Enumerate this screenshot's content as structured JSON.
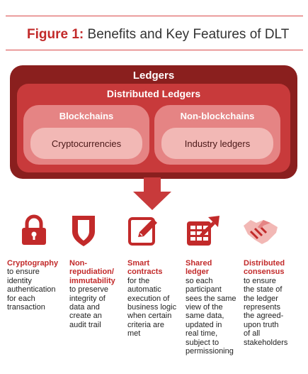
{
  "title": {
    "lead": "Figure 1:",
    "rest": "Benefits and Key Features of DLT"
  },
  "diagram": {
    "outer": "Ledgers",
    "middle": "Distributed Ledgers",
    "left": {
      "label": "Blockchains",
      "inner": "Cryptocurrencies"
    },
    "right": {
      "label": "Non-blockchains",
      "inner": "Industry ledgers"
    }
  },
  "features": [
    {
      "icon": "lock-icon",
      "heading": [
        "Cryptography"
      ],
      "body": [
        "to ensure",
        "identity",
        "authentication",
        "for each",
        "transaction"
      ]
    },
    {
      "icon": "shield-icon",
      "heading": [
        "Non-",
        "repudiation/",
        "immutability"
      ],
      "body": [
        "to preserve",
        "integrity of",
        "data and",
        "create an",
        "audit trail"
      ]
    },
    {
      "icon": "edit-contract-icon",
      "heading": [
        "Smart",
        "contracts"
      ],
      "body": [
        "for the",
        "automatic",
        "execution of",
        "business logic",
        "when certain",
        "criteria are",
        "met"
      ]
    },
    {
      "icon": "shared-ledger-icon",
      "heading": [
        "Shared ledger"
      ],
      "body": [
        "so each",
        "participant",
        "sees the same",
        "view of the",
        "same data,",
        "updated in",
        "real time,",
        "subject to",
        "permissioning"
      ]
    },
    {
      "icon": "handshake-icon",
      "heading": [
        "Distributed",
        "consensus"
      ],
      "body": [
        "to ensure",
        "the state of",
        "the ledger",
        "represents",
        "the agreed-",
        "upon truth",
        "of all",
        "stakeholders"
      ]
    }
  ],
  "colors": {
    "dark": "#8a1f1e",
    "mid": "#c83a3b",
    "light": "#e58484",
    "pale": "#f2b8b5",
    "accent": "#c22a2a"
  }
}
